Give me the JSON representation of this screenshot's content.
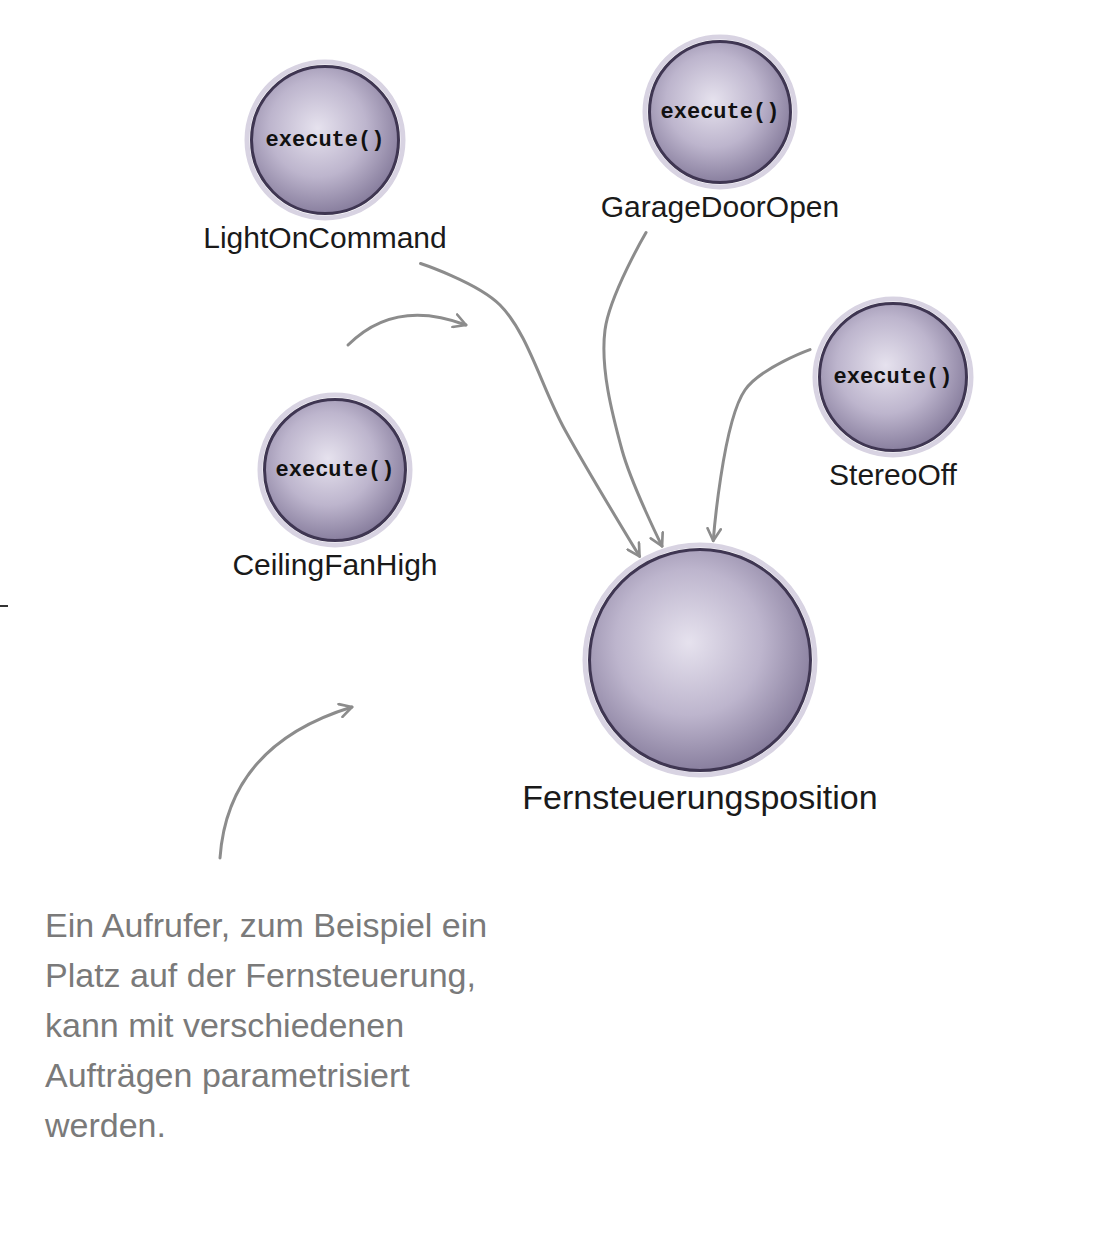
{
  "diagram": {
    "nodes": [
      {
        "text": [
          "execute()",
          "LightOnCommand"
        ]
      },
      {
        "text": [
          "execute()",
          "GarageDoorOpen"
        ]
      },
      {
        "text": [
          "execute()",
          "StereoOff"
        ]
      },
      {
        "text": [
          "execute()",
          "CeilingFanHigh"
        ]
      },
      {
        "text": [
          "Fernsteuerungsposition"
        ]
      }
    ],
    "edges": [
      {
        "from": 0,
        "to": 4,
        "arrow": "to"
      },
      {
        "from": 1,
        "to": 4,
        "arrow": "to"
      },
      {
        "from": 2,
        "to": 4,
        "arrow": "to"
      }
    ],
    "labels": [
      "Ein Aufrufer, zum Beispiel ein Platz auf der Fernsteuerung, kann mit verschiedenen Aufträgen parametrisiert werden."
    ]
  }
}
